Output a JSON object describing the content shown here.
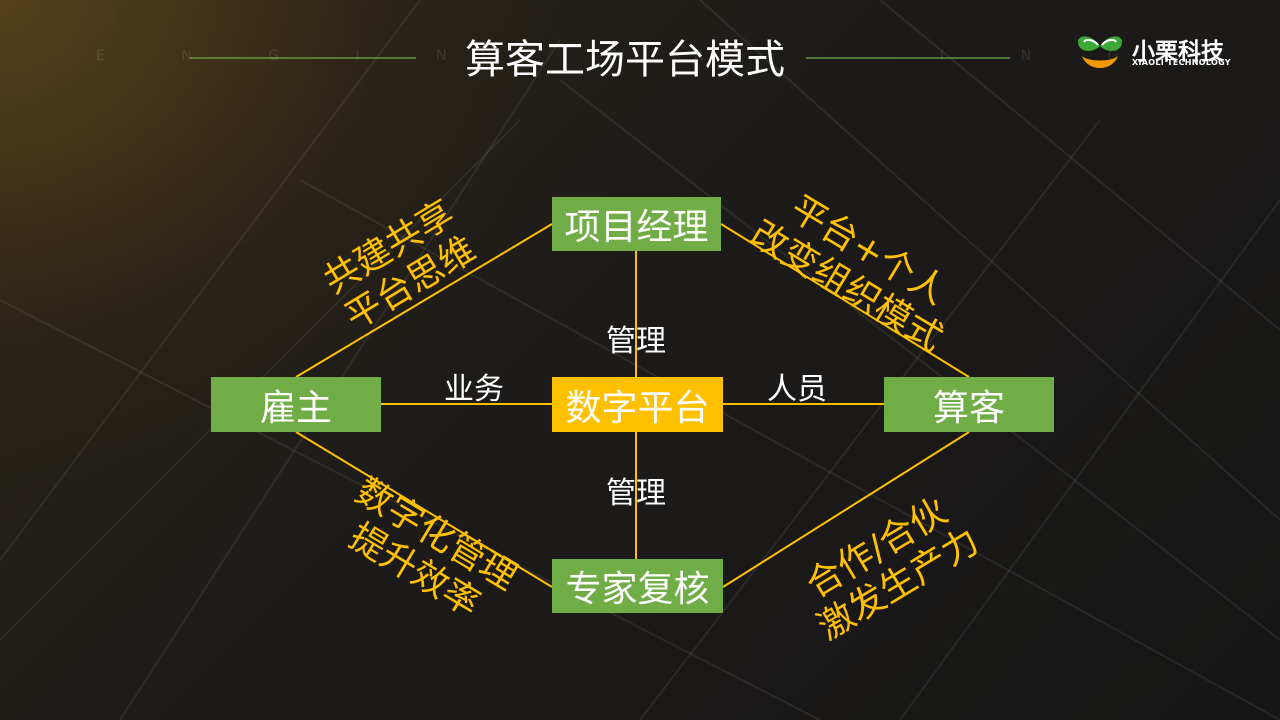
{
  "title": "算客工场平台模式",
  "decor_letters": {
    "left": "E N G I N E E R",
    "right": "I N G"
  },
  "logo": {
    "name": "小栗科技",
    "english": "XIAOLI TECHNOLOGY",
    "icon": "chestnut-leaf-icon"
  },
  "nodes": {
    "manager": "项目经理",
    "employer": "雇主",
    "platform": "数字平台",
    "suanke": "算客",
    "expert": "专家复核"
  },
  "edges": {
    "top_manage": "管理",
    "bottom_manage": "管理",
    "business": "业务",
    "personnel": "人员"
  },
  "phrases": {
    "top_left": [
      "共建共享",
      "平台思维"
    ],
    "top_right": [
      "平台+个人",
      "改变组织模式"
    ],
    "bottom_left": [
      "数字化管理",
      "提升效率"
    ],
    "bottom_right": [
      "合作/合伙",
      "激发生产力"
    ]
  },
  "colors": {
    "node_green": "#70ad47",
    "node_yellow": "#ffc000",
    "phrase_text": "#ffc000",
    "connector_line": "#ffc000",
    "title_rule": "#70ad47",
    "logo_green": "#3aa935",
    "logo_orange": "#f39800"
  }
}
